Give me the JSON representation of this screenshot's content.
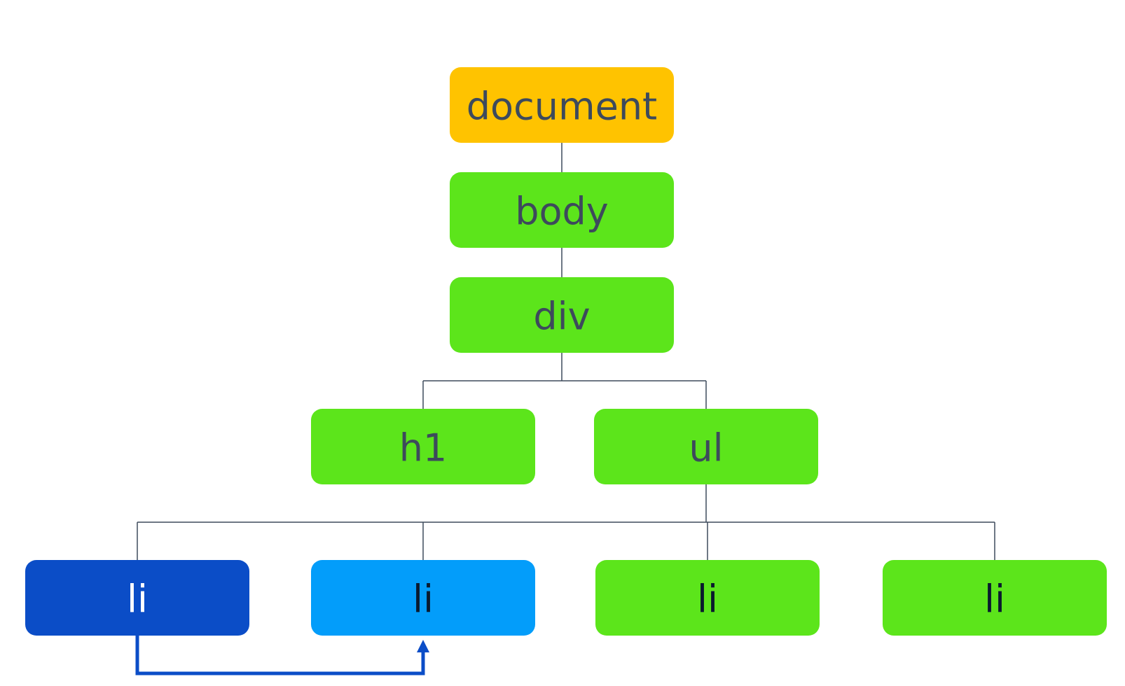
{
  "diagram": {
    "nodes": {
      "document": {
        "label": "document",
        "fill": "#FFC300",
        "text_color": "#3D4A5C"
      },
      "body": {
        "label": "body",
        "fill": "#5CE51B",
        "text_color": "#3D4A5C"
      },
      "div": {
        "label": "div",
        "fill": "#5CE51B",
        "text_color": "#3D4A5C"
      },
      "h1": {
        "label": "h1",
        "fill": "#5CE51B",
        "text_color": "#3D4A5C"
      },
      "ul": {
        "label": "ul",
        "fill": "#5CE51B",
        "text_color": "#3D4A5C"
      },
      "li_1": {
        "label": "li",
        "fill": "#0B4DC7",
        "text_color": "#FFFFFF"
      },
      "li_2": {
        "label": "li",
        "fill": "#039DFA",
        "text_color": "#0A1A2E"
      },
      "li_3": {
        "label": "li",
        "fill": "#5CE51B",
        "text_color": "#0A1A2E"
      },
      "li_4": {
        "label": "li",
        "fill": "#5CE51B",
        "text_color": "#0A1A2E"
      }
    },
    "edges": [
      [
        "document",
        "body"
      ],
      [
        "body",
        "div"
      ],
      [
        "div",
        "h1"
      ],
      [
        "div",
        "ul"
      ],
      [
        "ul",
        "li_1"
      ],
      [
        "ul",
        "li_2"
      ],
      [
        "ul",
        "li_3"
      ],
      [
        "ul",
        "li_4"
      ]
    ],
    "arrow": {
      "from": "li_1",
      "to": "li_2",
      "color": "#0B4DC7"
    },
    "connector_color": "#3D4A5C"
  }
}
